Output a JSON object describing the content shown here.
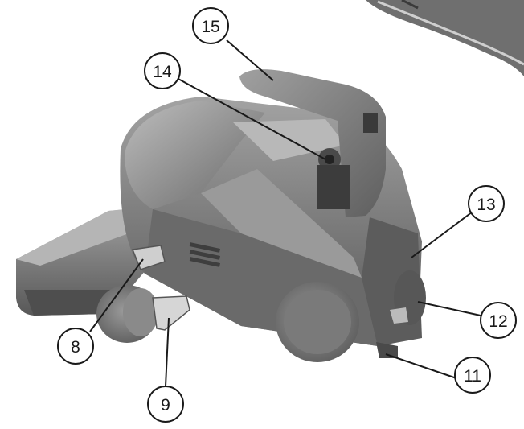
{
  "figure": {
    "callouts": [
      {
        "label": "15"
      },
      {
        "label": "14"
      },
      {
        "label": "13"
      },
      {
        "label": "12"
      },
      {
        "label": "11"
      },
      {
        "label": "8"
      },
      {
        "label": "9"
      }
    ]
  }
}
